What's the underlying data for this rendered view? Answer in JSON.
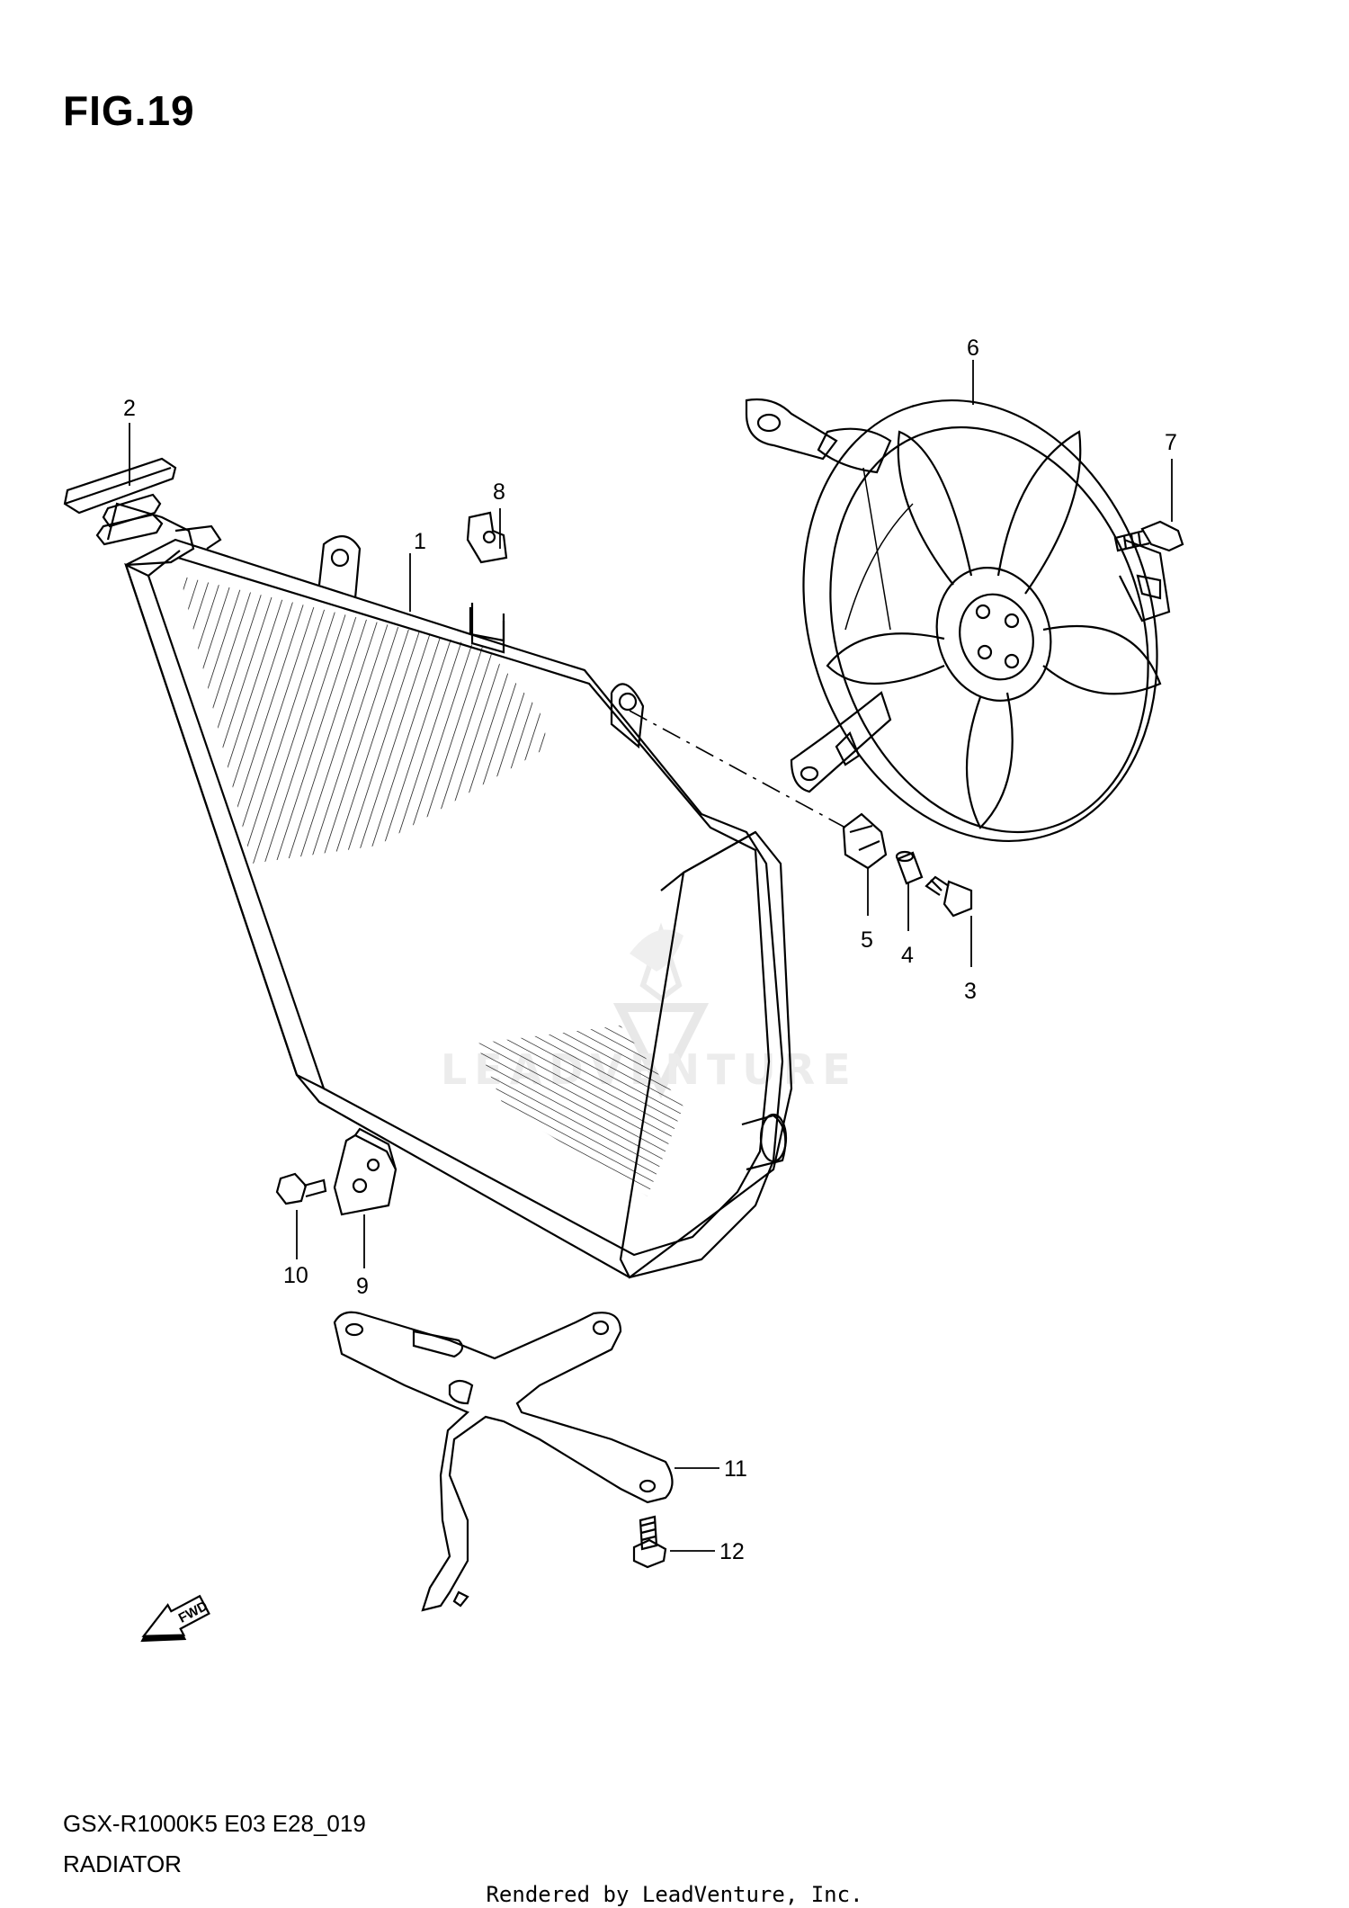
{
  "figure": {
    "title": "FIG.19"
  },
  "callouts": [
    {
      "number": "1",
      "part": "radiator-core"
    },
    {
      "number": "2",
      "part": "radiator-cap"
    },
    {
      "number": "3",
      "part": "bolt"
    },
    {
      "number": "4",
      "part": "collar"
    },
    {
      "number": "5",
      "part": "grommet"
    },
    {
      "number": "6",
      "part": "cooling-fan"
    },
    {
      "number": "7",
      "part": "fan-bolt"
    },
    {
      "number": "8",
      "part": "clip-nut"
    },
    {
      "number": "9",
      "part": "bracket"
    },
    {
      "number": "10",
      "part": "bracket-bolt"
    },
    {
      "number": "11",
      "part": "lower-bracket"
    },
    {
      "number": "12",
      "part": "lower-bracket-bolt"
    }
  ],
  "fwd_marker": {
    "label": "FWD"
  },
  "footer": {
    "model_code": "GSX-R1000K5 E03 E28_019",
    "section_name": "RADIATOR",
    "credit": "Rendered by LeadVenture, Inc."
  },
  "watermark": {
    "logo_text": "LEADVENTURE"
  },
  "colors": {
    "line": "#000000",
    "background": "#ffffff",
    "watermark": "#e6e6e6"
  }
}
